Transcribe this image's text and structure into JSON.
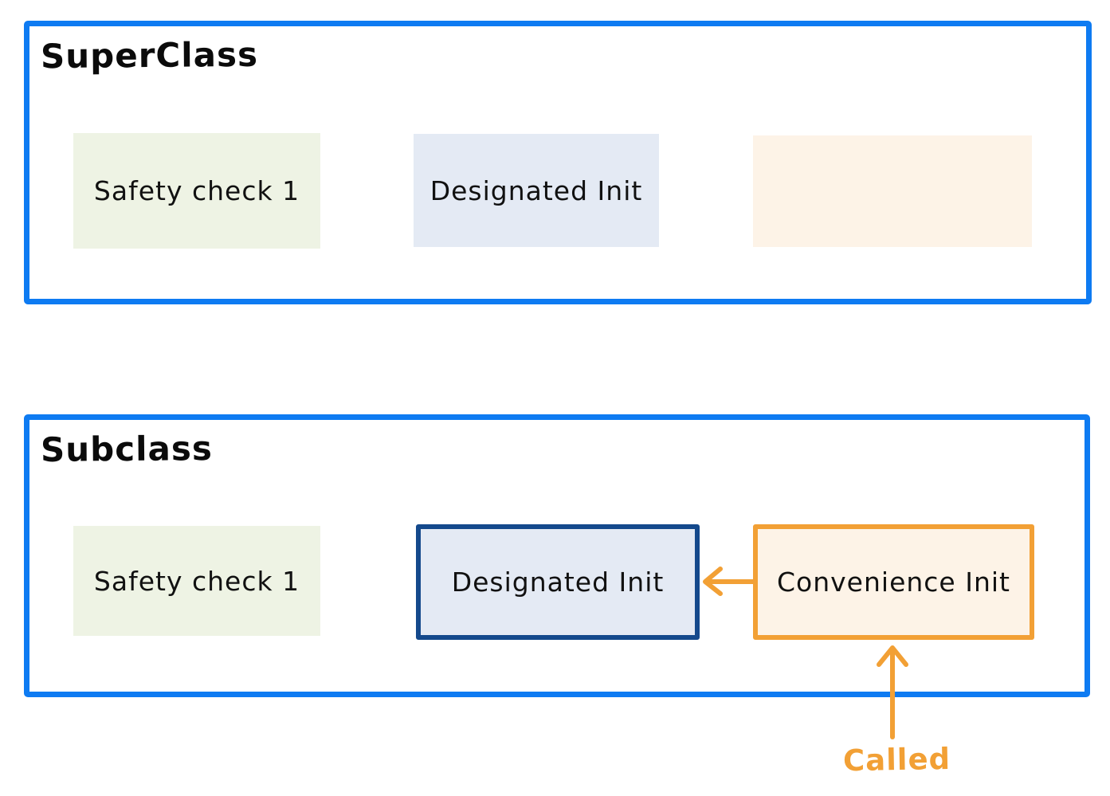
{
  "diagram": {
    "superclass": {
      "title": "SuperClass",
      "boxes": [
        {
          "id": "safety-check-1",
          "label": "Safety check 1"
        },
        {
          "id": "designated-init",
          "label": "Designated Init"
        },
        {
          "id": "empty-placeholder",
          "label": ""
        }
      ]
    },
    "subclass": {
      "title": "Subclass",
      "boxes": [
        {
          "id": "safety-check-1",
          "label": "Safety check 1"
        },
        {
          "id": "designated-init",
          "label": "Designated Init"
        },
        {
          "id": "convenience-init",
          "label": "Convenience Init"
        }
      ]
    },
    "annotations": {
      "called_label": "Called",
      "arrows": [
        {
          "id": "convenience-to-designated",
          "direction": "left",
          "color": "#f2a035"
        },
        {
          "id": "called-to-convenience",
          "direction": "up",
          "color": "#f2a035"
        }
      ]
    },
    "colors": {
      "panel_border_blue": "#0e7bf2",
      "green_fill": "#eef3e4",
      "blue_fill": "#e4eaf4",
      "peach_fill": "#fdf3e7",
      "navy_border": "#14498c",
      "orange_accent": "#f2a035",
      "text": "#111111"
    }
  }
}
